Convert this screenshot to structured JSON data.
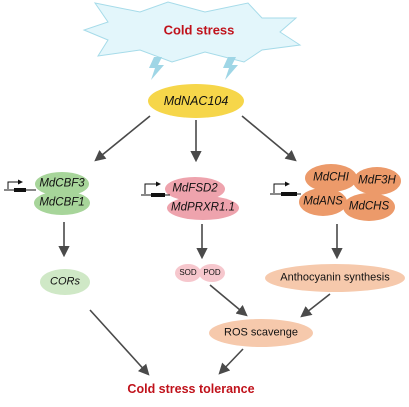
{
  "diagram": {
    "stress": "Cold stress",
    "regulator": "MdNAC104",
    "left_genes": [
      "MdCBF3",
      "MdCBF1"
    ],
    "center_genes": [
      "MdFSD2",
      "MdPRXR1.1"
    ],
    "right_genes": [
      "MdCHI",
      "MdF3H",
      "MdANS",
      "MdCHS"
    ],
    "left_output": "CORs",
    "center_outputs": [
      "SOD",
      "POD"
    ],
    "right_output": "Anthocyanin synthesis",
    "scavenge": "ROS scavenge",
    "outcome": "Cold stress tolerance"
  },
  "colors": {
    "title_red": "#c0121b",
    "burst_fill": "#e3f6fb",
    "burst_stroke": "#a6dbe9",
    "bolt": "#9fd6e6",
    "regulator": "#f6d64a",
    "green": "#a7d59a",
    "green_light": "#cfe8c6",
    "pink": "#eea3ad",
    "pink_light": "#f6c7cd",
    "orange": "#ec9a6a",
    "peach": "#f6c9ac",
    "arrow": "#4a4a4a"
  }
}
